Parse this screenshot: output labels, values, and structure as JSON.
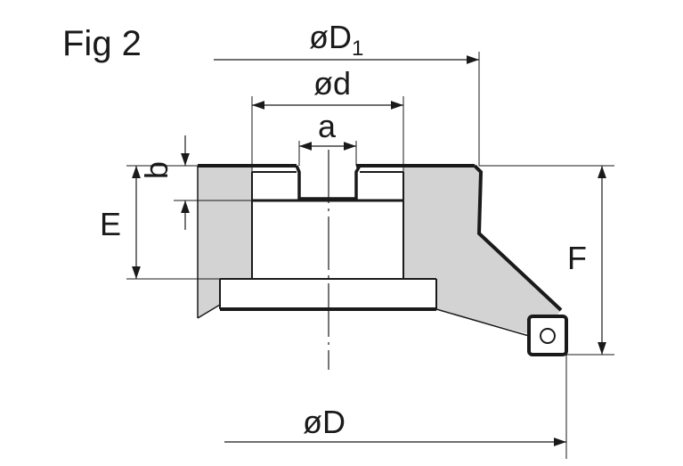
{
  "figure": {
    "title": "Fig 2",
    "labels": {
      "D1_base": "øD",
      "D1_sub": "1",
      "d": "ød",
      "a": "a",
      "b": "b",
      "E": "E",
      "F": "F",
      "D": "øD"
    }
  },
  "colors": {
    "line": "#1a1a1a",
    "fill": "#d3d3d3",
    "background": "#ffffff"
  }
}
